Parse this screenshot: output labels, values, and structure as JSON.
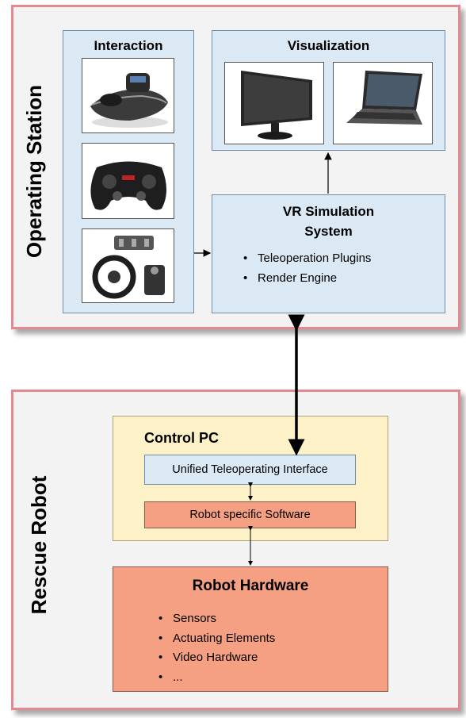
{
  "operating_station": {
    "label": "Operating Station",
    "interaction": {
      "title": "Interaction",
      "devices": [
        "space-mouse",
        "gamepad",
        "steering-wheel-pedals"
      ]
    },
    "visualization": {
      "title": "Visualization",
      "devices": [
        "monitor",
        "laptop"
      ]
    },
    "vr_system": {
      "title_line1": "VR Simulation",
      "title_line2": "System",
      "items": [
        "Teleoperation Plugins",
        "Render Engine"
      ]
    }
  },
  "rescue_robot": {
    "label": "Rescue Robot",
    "control_pc": {
      "title": "Control PC",
      "unified_interface": "Unified Teleoperating Interface",
      "robot_software": "Robot specific Software"
    },
    "hardware": {
      "title": "Robot Hardware",
      "items": [
        "Sensors",
        "Actuating Elements",
        "Video Hardware",
        "..."
      ]
    }
  },
  "colors": {
    "outer_border": "#e28a8f",
    "blue_box": "#dbe9f5",
    "yellow_box": "#fdf1c7",
    "salmon_box": "#f6a083"
  }
}
